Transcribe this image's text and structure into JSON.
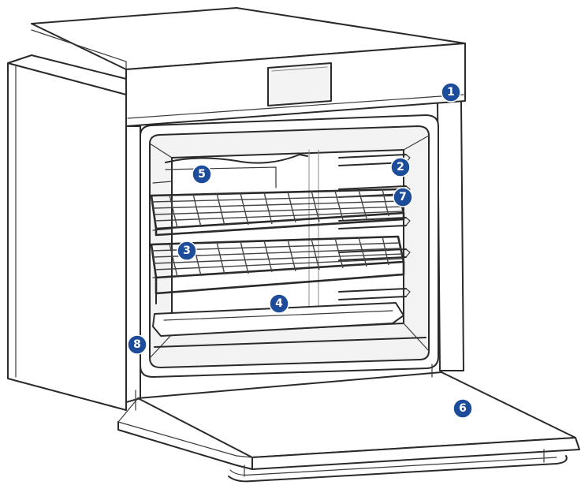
{
  "diagram": {
    "callout_color": "#1d4d9a",
    "callouts": [
      {
        "id": "1",
        "label": "1"
      },
      {
        "id": "2",
        "label": "2"
      },
      {
        "id": "3",
        "label": "3"
      },
      {
        "id": "4",
        "label": "4"
      },
      {
        "id": "5",
        "label": "5"
      },
      {
        "id": "6",
        "label": "6"
      },
      {
        "id": "7",
        "label": "7"
      },
      {
        "id": "8",
        "label": "8"
      }
    ]
  }
}
